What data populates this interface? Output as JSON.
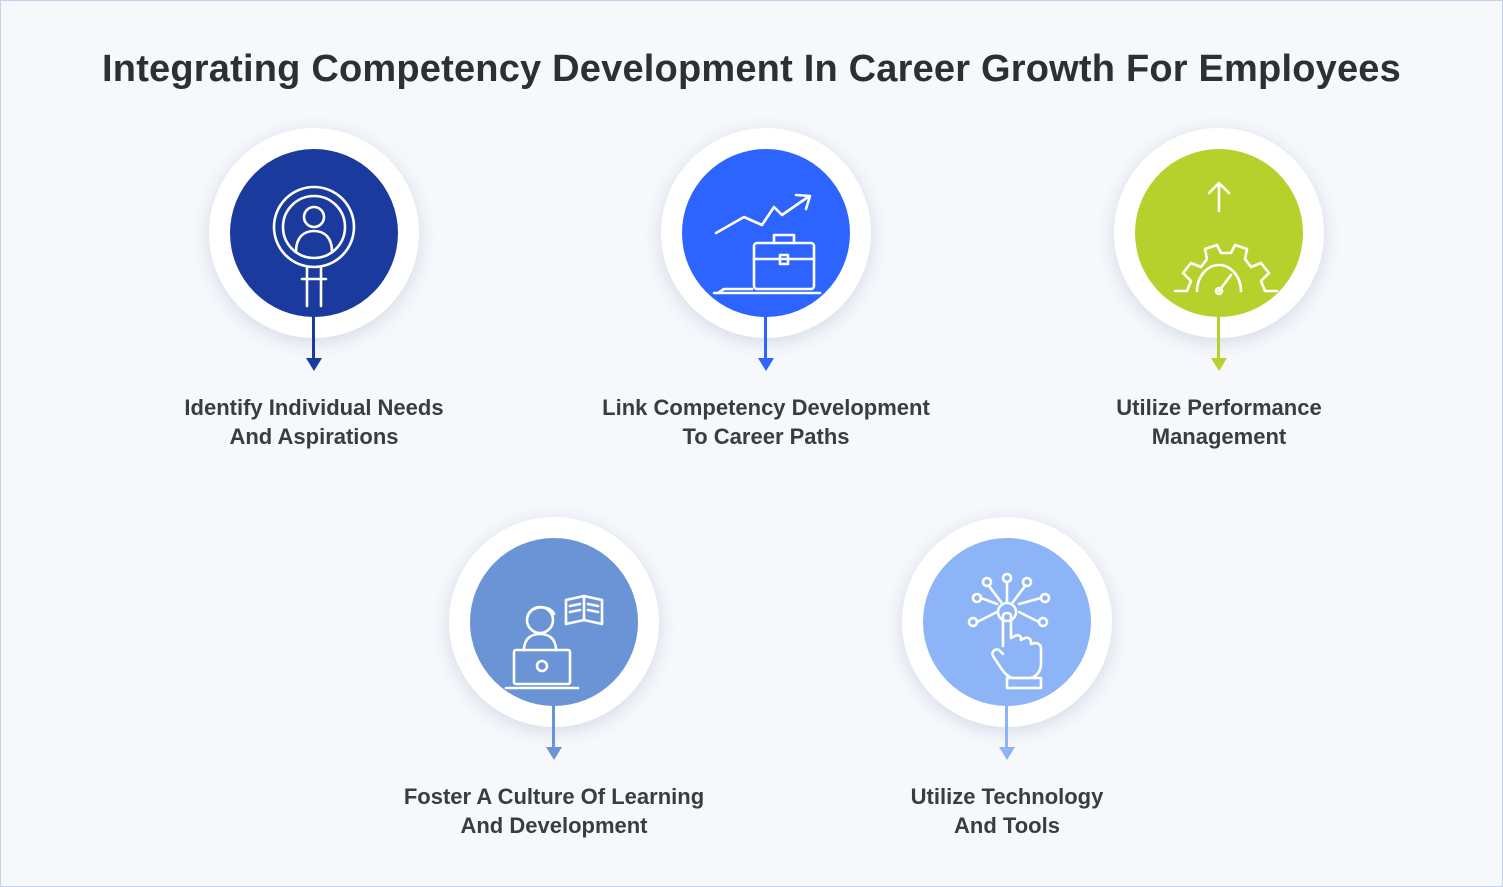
{
  "title": "Integrating Competency Development In Career Growth For Employees",
  "steps": [
    {
      "icon": "person-magnifier-icon",
      "color": "#1a3a9e",
      "line1": "Identify Individual Needs",
      "line2": "And Aspirations"
    },
    {
      "icon": "briefcase-growth-icon",
      "color": "#2d63ff",
      "line1": "Link Competency Development",
      "line2": "To Career Paths"
    },
    {
      "icon": "gear-gauge-icon",
      "color": "#b7d12c",
      "line1": "Utilize Performance",
      "line2": "Management"
    },
    {
      "icon": "learner-laptop-icon",
      "color": "#6a94d6",
      "line1": "Foster A Culture Of Learning",
      "line2": "And Development"
    },
    {
      "icon": "touch-network-icon",
      "color": "#8db4f7",
      "line1": "Utilize Technology",
      "line2": "And Tools"
    }
  ]
}
